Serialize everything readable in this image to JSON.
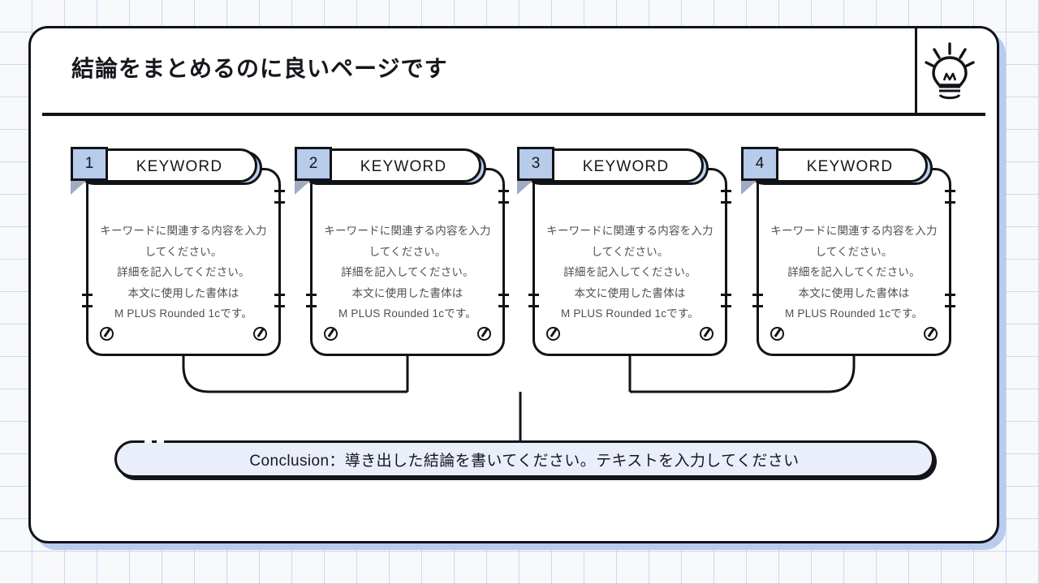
{
  "background": {
    "grid_color": "#96b4e1",
    "page_color": "#f7f8fa"
  },
  "slide": {
    "frame_color": "#111318",
    "shadow_color": "#b9ccee",
    "header": {
      "title": "結論をまとめるのに良いページです",
      "icon": "lightbulb-icon"
    }
  },
  "cards": [
    {
      "number": "1",
      "keyword": "KEYWORD",
      "body": "キーワードに関連する内容を入力してください。\n詳細を記入してください。\n本文に使用した書体は\nM PLUS Rounded 1cです。"
    },
    {
      "number": "2",
      "keyword": "KEYWORD",
      "body": "キーワードに関連する内容を入力してください。\n詳細を記入してください。\n本文に使用した書体は\nM PLUS Rounded 1cです。"
    },
    {
      "number": "3",
      "keyword": "KEYWORD",
      "body": "キーワードに関連する内容を入力してください。\n詳細を記入してください。\n本文に使用した書体は\nM PLUS Rounded 1cです。"
    },
    {
      "number": "4",
      "keyword": "KEYWORD",
      "body": "キーワードに関連する内容を入力してください。\n詳細を記入してください。\n本文に使用した書体は\nM PLUS Rounded 1cです。"
    }
  ],
  "conclusion": {
    "text": "Conclusion：導き出した結論を書いてください。テキストを入力してください",
    "fill_color": "#e9eefa"
  },
  "accent_colors": {
    "badge_blue": "#b7cbea",
    "pill_shadow_blue": "#bed0ee",
    "ink": "#111318",
    "body_text": "#4d4f55"
  }
}
